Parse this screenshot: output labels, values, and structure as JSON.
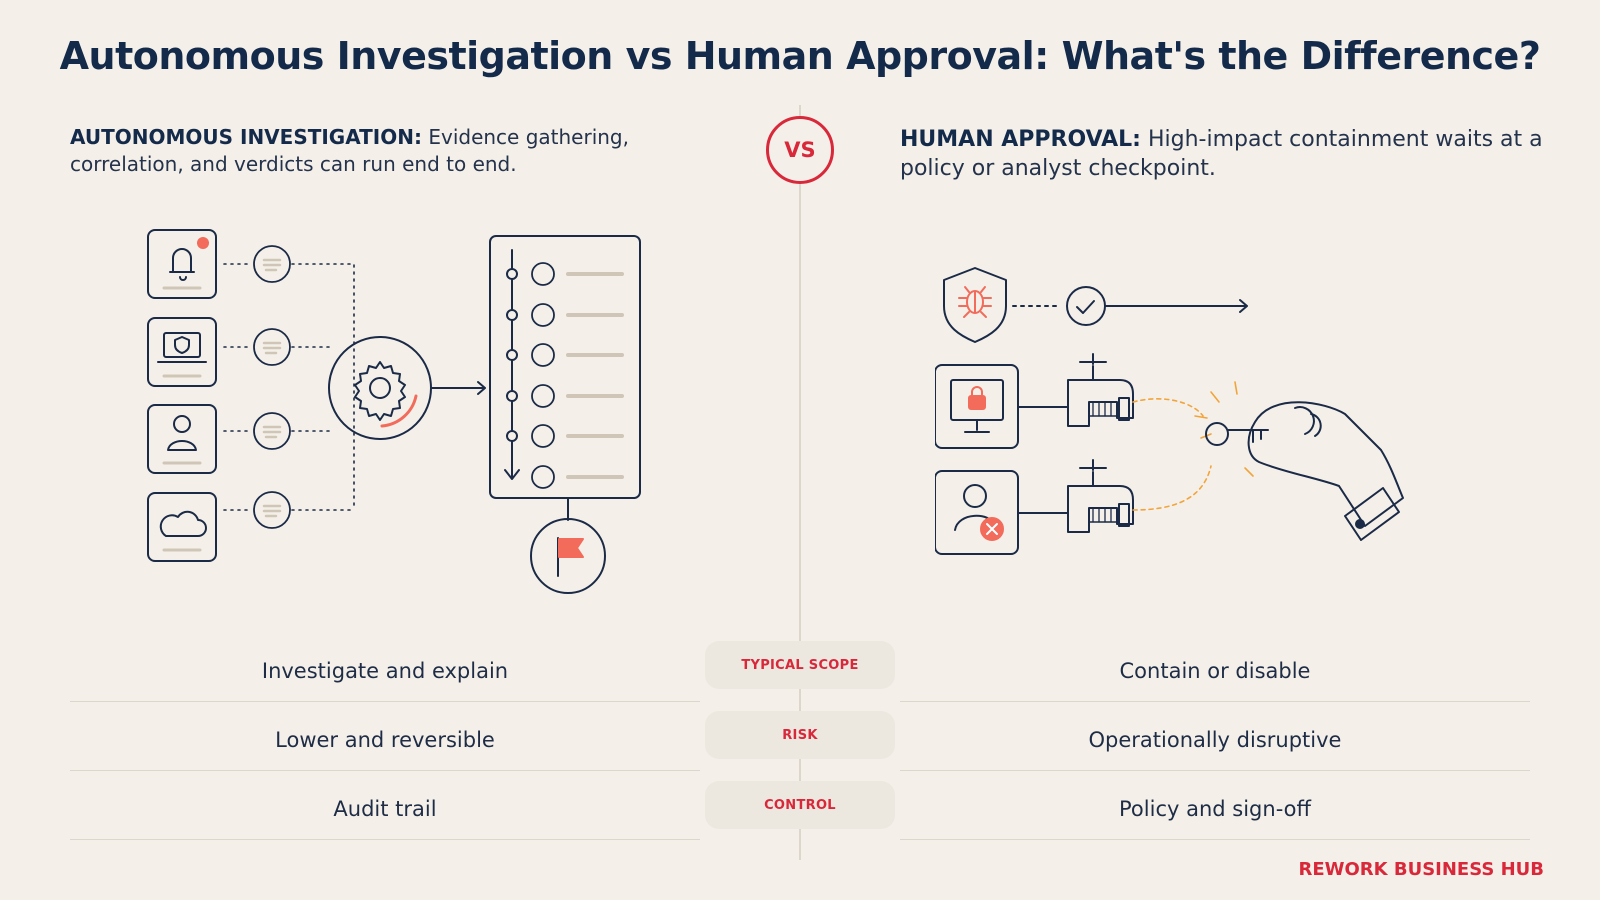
{
  "title": "Autonomous Investigation vs Human Approval: What's the Difference?",
  "vs_label": "VS",
  "left": {
    "heading": "AUTONOMOUS INVESTIGATION:",
    "description": "Evidence gathering, correlation, and verdicts can run end to end.",
    "icons": [
      "bell-icon",
      "laptop-shield-icon",
      "user-icon",
      "cloud-icon",
      "gear-icon",
      "timeline-list-icon",
      "flag-icon"
    ]
  },
  "right": {
    "heading": "HUMAN APPROVAL:",
    "description": "High-impact containment waits at a policy or analyst checkpoint.",
    "icons": [
      "bug-shield-icon",
      "check-icon",
      "locked-monitor-icon",
      "user-blocked-icon",
      "clamp-icon",
      "key-hand-icon"
    ]
  },
  "comparison": [
    {
      "label": "TYPICAL SCOPE",
      "left": "Investigate and explain",
      "right": "Contain or disable"
    },
    {
      "label": "RISK",
      "left": "Lower and reversible",
      "right": "Operationally disruptive"
    },
    {
      "label": "CONTROL",
      "left": "Audit trail",
      "right": "Policy and sign-off"
    }
  ],
  "brand": "REWORK BUSINESS HUB",
  "colors": {
    "navy": "#142a4a",
    "accent_red": "#d8283a",
    "coral": "#f26b5b",
    "background": "#f4f0e9"
  }
}
